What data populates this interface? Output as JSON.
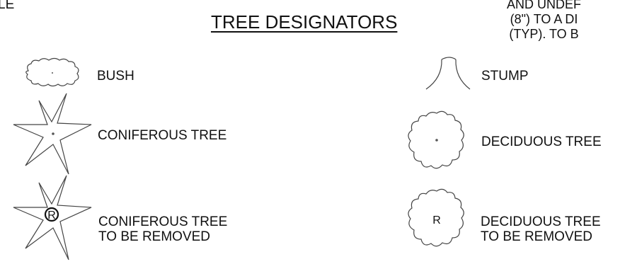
{
  "header": {
    "corner_fragment": "LE",
    "title": "TREE DESIGNATORS",
    "note_lines": [
      "AND UNDEF",
      "(8\") TO A DI",
      "(TYP).  TO B"
    ]
  },
  "legend": {
    "bush": {
      "label": "BUSH",
      "icon": "bush-icon"
    },
    "stump": {
      "label": "STUMP",
      "icon": "stump-icon"
    },
    "coniferous": {
      "label": "CONIFEROUS TREE",
      "icon": "coniferous-tree-icon"
    },
    "deciduous": {
      "label": "DECIDUOUS TREE",
      "icon": "deciduous-tree-icon"
    },
    "coniferous_removed": {
      "label_lines": [
        "CONIFEROUS TREE",
        "TO BE REMOVED"
      ],
      "marker": "R",
      "icon": "coniferous-tree-removed-icon"
    },
    "deciduous_removed": {
      "label_lines": [
        "DECIDUOUS TREE",
        "TO BE REMOVED"
      ],
      "marker": "R",
      "icon": "deciduous-tree-removed-icon"
    }
  }
}
